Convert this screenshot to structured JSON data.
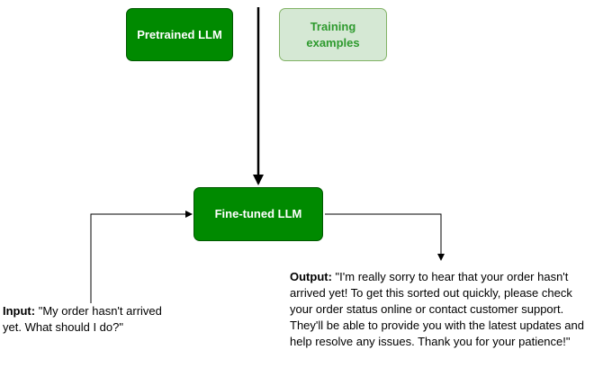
{
  "nodes": {
    "pretrained": "Pretrained LLM",
    "training": "Training\nexamples",
    "finetuned": "Fine-tuned LLM"
  },
  "input": {
    "label": "Input:",
    "text": "\"My order hasn't arrived yet. What should I do?\""
  },
  "output": {
    "label": "Output:",
    "text": "\"I'm really sorry to hear that your order hasn't arrived yet! To get this sorted out quickly, please check your order status online or contact customer support. They'll be able to provide you with the latest updates and help resolve any issues. Thank you for your patience!\""
  },
  "colors": {
    "node_fill": "#008a00",
    "node_border": "#005700",
    "light_fill": "#d5e8d4",
    "light_border": "#82b366",
    "light_text": "#2e9a2e"
  }
}
